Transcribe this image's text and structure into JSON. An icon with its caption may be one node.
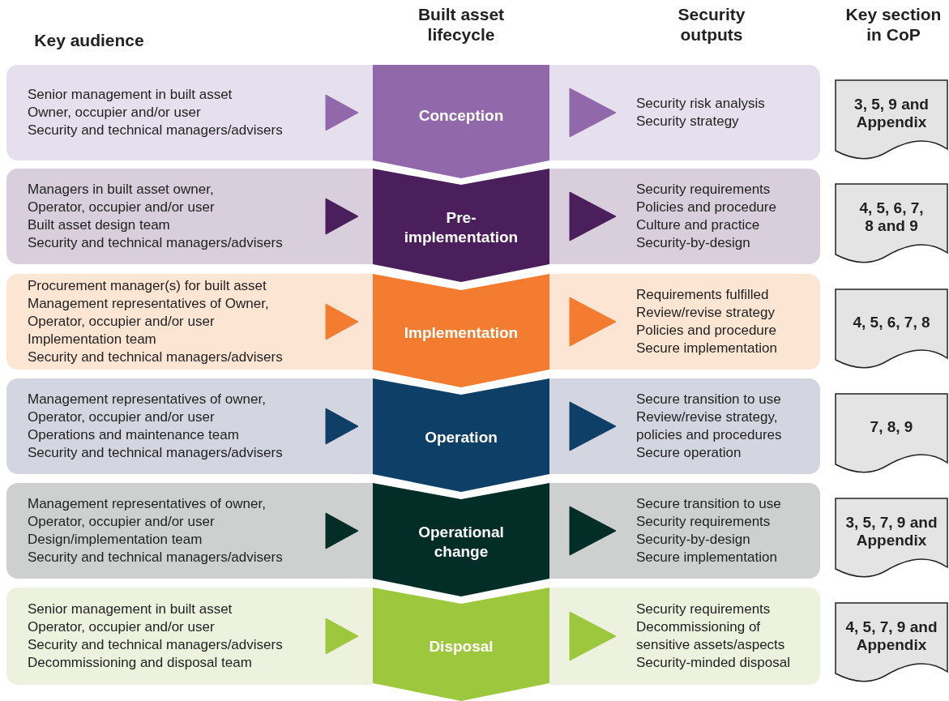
{
  "diagram": {
    "nodes": [
      {
        "text": [],
        "shape": "band"
      },
      {
        "text": [
          "Senior management in built asset",
          "Owner, occupier and/or user",
          "Security and technical managers/advisers"
        ],
        "in": 0
      },
      {
        "text": [
          "Conception"
        ]
      },
      {
        "text": [
          "Security risk analysis",
          "Security strategy"
        ],
        "in": 0
      },
      {
        "text": [
          "3, 5, 9 and Appendix"
        ]
      },
      {
        "text": [],
        "shape": "band"
      },
      {
        "text": [
          "Managers in built asset owner,",
          "Operator, occupier and/or user",
          "Built asset design team",
          "Security and technical managers/advisers"
        ],
        "in": 5
      },
      {
        "text": [
          "Pre-implementation"
        ]
      },
      {
        "text": [
          "Security requirements",
          "Policies and procedure",
          "Culture and practice",
          "Security-by-design"
        ],
        "in": 5
      },
      {
        "text": [
          "4, 5, 6, 7, 8 and 9"
        ]
      },
      {
        "text": [],
        "shape": "band"
      },
      {
        "text": [
          "Procurement manager(s) for built asset",
          "Management representatives of Owner,",
          "Operator, occupier and/or user",
          "Implementation team",
          "Security and technical managers/advisers"
        ],
        "in": 10
      },
      {
        "text": [
          "Implementation"
        ]
      },
      {
        "text": [
          "Requirements fulfilled",
          "Review/revise strategy",
          "Policies and procedure",
          "Secure implementation"
        ],
        "in": 10
      },
      {
        "text": [
          "4, 5, 6, 7, 8"
        ]
      },
      {
        "text": [],
        "shape": "band"
      },
      {
        "text": [
          "Management representatives of owner,",
          "Operator, occupier and/or user",
          "Operations and maintenance team",
          "Security and technical managers/advisers"
        ],
        "in": 15
      },
      {
        "text": [
          "Operation"
        ]
      },
      {
        "text": [
          "Secure transition to use",
          "Review/revise strategy,",
          "policies and procedures",
          "Secure operation"
        ],
        "in": 15
      },
      {
        "text": [
          "7, 8, 9"
        ]
      },
      {
        "text": [],
        "shape": "band"
      },
      {
        "text": [
          "Management representatives of owner,",
          "Operator, occupier and/or user",
          "Design/implementation team",
          "Security and technical managers/advisers"
        ],
        "in": 20
      },
      {
        "text": [
          "Operational change"
        ]
      },
      {
        "text": [
          "Secure transition to use",
          "Security requirements",
          "Security-by-design",
          "Secure implementation"
        ],
        "in": 20
      },
      {
        "text": [
          "3, 5, 7, 9 and Appendix"
        ]
      },
      {
        "text": [],
        "shape": "band"
      },
      {
        "text": [
          "Senior management in built asset",
          "Operator, occupier and/or user",
          "Security and technical managers/advisers",
          "Decommissioning and disposal team"
        ],
        "in": 25
      },
      {
        "text": [
          "Disposal"
        ]
      },
      {
        "text": [
          "Security requirements",
          "Decommissioning of",
          "sensitive assets/aspects",
          "Security-minded disposal"
        ],
        "in": 25
      },
      {
        "text": [
          "4, 5, 7, 9 and Appendix"
        ]
      }
    ],
    "edges": [
      {
        "from": 1,
        "to": 2,
        "arrow": "to"
      },
      {
        "from": 2,
        "to": 3,
        "arrow": "to"
      },
      {
        "from": 6,
        "to": 7,
        "arrow": "to"
      },
      {
        "from": 7,
        "to": 8,
        "arrow": "to"
      },
      {
        "from": 11,
        "to": 12,
        "arrow": "to"
      },
      {
        "from": 12,
        "to": 13,
        "arrow": "to"
      },
      {
        "from": 16,
        "to": 17,
        "arrow": "to"
      },
      {
        "from": 17,
        "to": 18,
        "arrow": "to"
      },
      {
        "from": 21,
        "to": 22,
        "arrow": "to"
      },
      {
        "from": 22,
        "to": 23,
        "arrow": "to"
      },
      {
        "from": 26,
        "to": 27,
        "arrow": "to"
      },
      {
        "from": 27,
        "to": 28,
        "arrow": "to"
      }
    ],
    "labels": [
      "Key audience",
      "Built asset lifecycle",
      "Security outputs",
      "Key section in CoP"
    ]
  }
}
